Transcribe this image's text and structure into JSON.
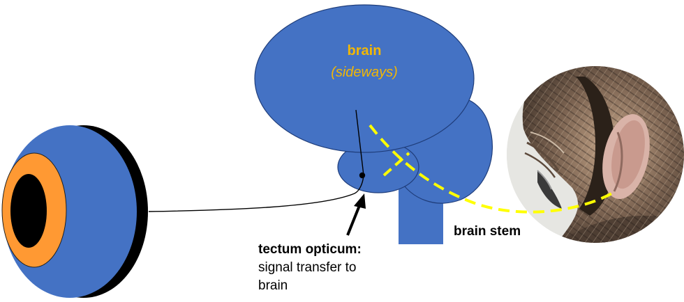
{
  "labels": {
    "brain_title": "brain",
    "brain_subtitle": "(sideways)",
    "brain_stem": "brain stem",
    "tectum_title": "tectum opticum:",
    "tectum_line1": "signal transfer to",
    "tectum_line2": "brain"
  },
  "colors": {
    "tissue_blue": "#4472c4",
    "iris_orange": "#ff9933",
    "label_yellow": "#f2b705",
    "cut_line_yellow": "#ffff00",
    "outline_black": "#000000"
  },
  "photo": {
    "subject": "owl head close-up"
  }
}
